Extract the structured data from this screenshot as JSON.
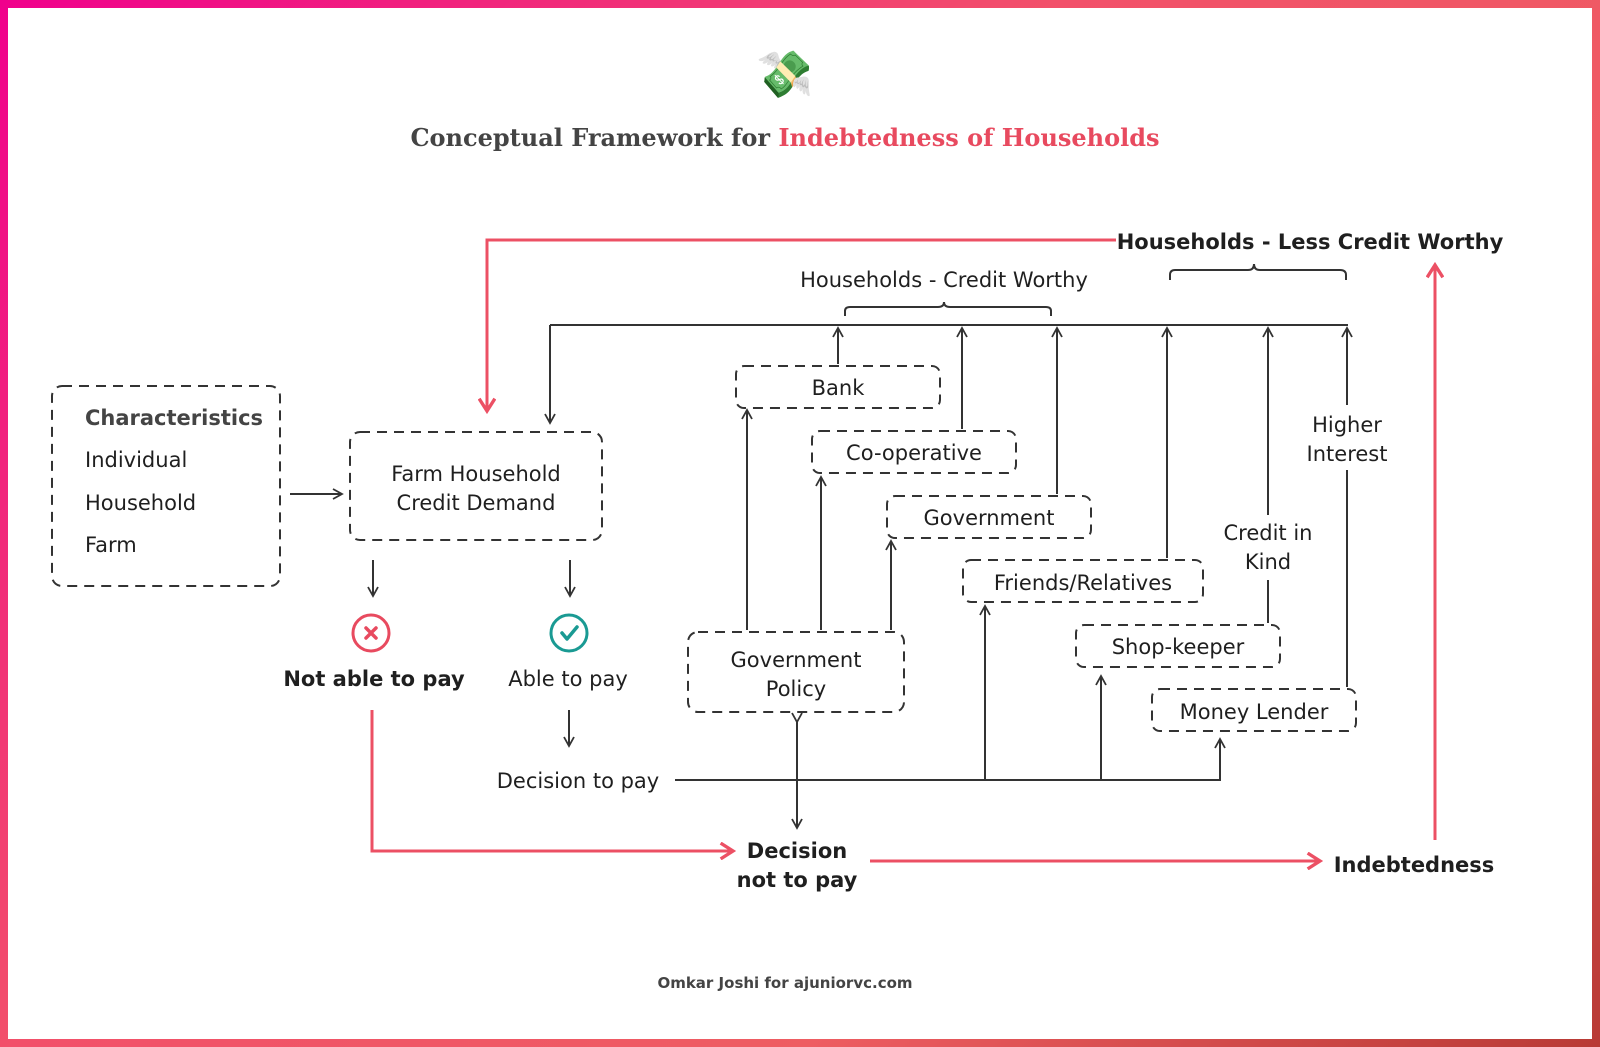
{
  "header": {
    "icon": "money-with-wings-icon",
    "icon_glyph": "💸",
    "title_prefix": "Conceptual Framework for ",
    "title_highlight": "Indebtedness of Households"
  },
  "colors": {
    "accent_red": "#EC5064",
    "check_teal": "#1A9A93",
    "cross_red": "#E84A5F",
    "text_dark": "#1f1f1f",
    "border_gradient": [
      "#F0008C",
      "#F2506A",
      "#B83A35"
    ]
  },
  "characteristics": {
    "heading": "Characteristics",
    "items": [
      "Individual",
      "Household",
      "Farm"
    ]
  },
  "credit_demand": {
    "line1": "Farm Household",
    "line2": "Credit Demand"
  },
  "outcomes": {
    "not_able": "Not able to pay",
    "able": "Able to pay",
    "decision_to_pay": "Decision to pay",
    "decision_not_line1": "Decision",
    "decision_not_line2": "not to pay",
    "indebtedness": "Indebtedness"
  },
  "government_policy": {
    "line1": "Government",
    "line2": "Policy"
  },
  "lenders": {
    "bank": "Bank",
    "cooperative": "Co-operative",
    "government": "Government",
    "friends": "Friends/Relatives",
    "shopkeeper": "Shop-keeper",
    "money_lender": "Money Lender"
  },
  "annotations": {
    "credit_in_kind_1": "Credit in",
    "credit_in_kind_2": "Kind",
    "higher_interest_1": "Higher",
    "higher_interest_2": "Interest"
  },
  "groups": {
    "credit_worthy": "Households - Credit Worthy",
    "less_credit_worthy": "Households - Less Credit Worthy"
  },
  "footer": {
    "credit": "Omkar Joshi for ajuniorvc.com"
  }
}
